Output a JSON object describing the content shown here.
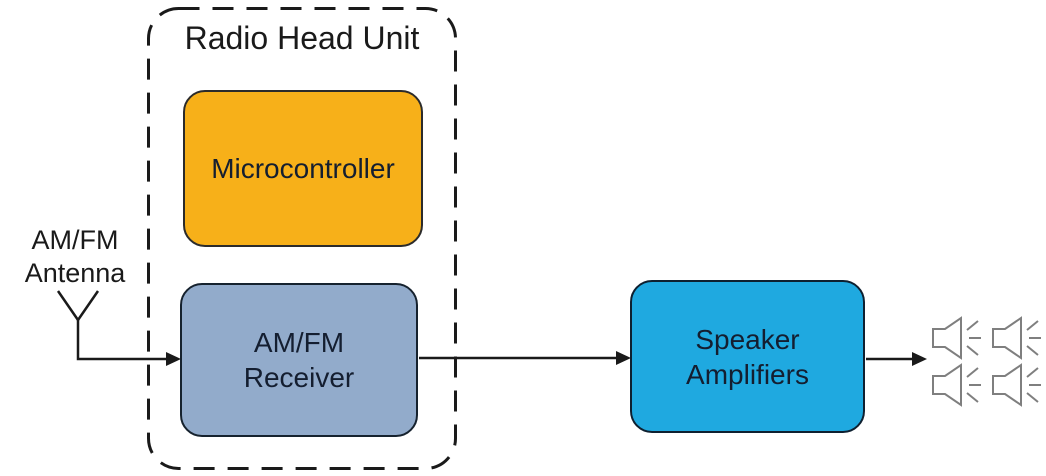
{
  "head_unit": {
    "label": "Radio Head Unit",
    "microcontroller": {
      "label": "Microcontroller"
    },
    "receiver": {
      "label_line1": "AM/FM",
      "label_line2": "Receiver"
    }
  },
  "antenna": {
    "label_line1": "AM/FM",
    "label_line2": "Antenna"
  },
  "amplifier": {
    "label_line1": "Speaker",
    "label_line2": "Amplifiers"
  },
  "speakers": {
    "count": 4,
    "icon": "speaker-icon"
  },
  "colors": {
    "microcontroller_fill": "#F7B019",
    "microcontroller_border": "#2B2B2B",
    "receiver_fill": "#92ABCB",
    "receiver_border": "#16222E",
    "amplifier_fill": "#1FA9E0",
    "amplifier_border": "#0E2030",
    "box_text": "#141E30",
    "outline": "#1A1A1A",
    "speaker_icon": "#7F7F7F",
    "background": "#FFFFFF"
  }
}
